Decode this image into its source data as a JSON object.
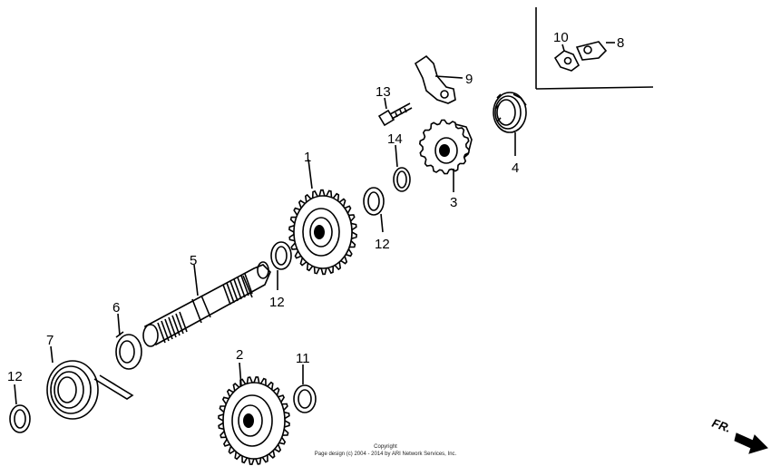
{
  "labels": {
    "p1": "1",
    "p2": "2",
    "p3": "3",
    "p4": "4",
    "p5": "5",
    "p6": "6",
    "p7": "7",
    "p8": "8",
    "p9": "9",
    "p10": "10",
    "p11": "11",
    "p12a": "12",
    "p12b": "12",
    "p12c": "12",
    "p13": "13",
    "p14": "14"
  },
  "copyright": {
    "line1": "Copyright",
    "line2": "Page design (c) 2004 - 2014 by ARI Network Services, Inc."
  },
  "direction": {
    "label": "FR."
  }
}
